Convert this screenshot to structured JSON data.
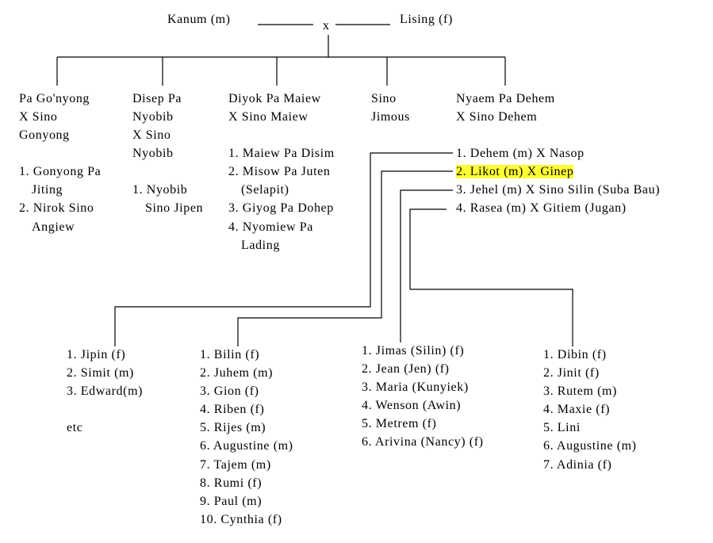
{
  "root": {
    "father": "Kanum (m)",
    "marker": "x",
    "mother": "Lising (f)"
  },
  "children": [
    {
      "name_lines": [
        "Pa Go'nyong",
        "X Sino",
        "Gonyong"
      ],
      "issue": [
        "1. Gonyong Pa",
        "Jiting",
        "2. Nirok Sino",
        "Angiew"
      ]
    },
    {
      "name_lines": [
        "Disep Pa",
        "Nyobib",
        "X Sino",
        "Nyobib"
      ],
      "issue": [
        "1. Nyobib",
        "Sino Jipen"
      ]
    },
    {
      "name_lines": [
        "Diyok Pa Maiew",
        "X Sino Maiew"
      ],
      "issue": [
        "1. Maiew Pa Disim",
        "2. Misow Pa Juten",
        "(Selapit)",
        "3. Giyog Pa Dohep",
        "4. Nyomiew Pa",
        "Lading"
      ]
    },
    {
      "name_lines": [
        "Sino",
        "Jimous"
      ],
      "issue": []
    },
    {
      "name_lines": [
        "Nyaem Pa Dehem",
        "X Sino Dehem"
      ],
      "issue": [
        "1. Dehem (m) X Nasop",
        "2. Likot (m) X Ginep",
        "3. Jehel (m) X Sino Silin (Suba Bau)",
        "4. Rasea (m) X Gitiem (Jugan)"
      ]
    }
  ],
  "highlight_color": "#ffff33",
  "grandchildren": [
    {
      "parent": "1. Dehem (m) X Nasop",
      "items": [
        "1. Jipin (f)",
        "2. Simit (m)",
        "3. Edward(m)"
      ],
      "note": "etc"
    },
    {
      "parent": "2. Likot (m) X Ginep",
      "items": [
        "1. Bilin (f)",
        "2. Juhem (m)",
        "3. Gion (f)",
        "4. Riben (f)",
        "5. Rijes (m)",
        "6. Augustine (m)",
        "7. Tajem (m)",
        "8. Rumi (f)",
        "9. Paul (m)",
        "10. Cynthia (f)"
      ]
    },
    {
      "parent": "3. Jehel (m) X Sino Silin (Suba Bau)",
      "items": [
        "1. Jimas (Silin) (f)",
        "2. Jean (Jen) (f)",
        "3. Maria (Kunyiek)",
        "4. Wenson (Awin)",
        "5. Metrem (f)",
        "6. Arivina (Nancy) (f)"
      ]
    },
    {
      "parent": "4. Rasea (m) X Gitiem (Jugan)",
      "items": [
        "1. Dibin (f)",
        "2. Jinit (f)",
        "3. Rutem (m)",
        "4. Maxie (f)",
        "5. Lini",
        "6. Augustine (m)",
        "7. Adinia (f)"
      ]
    }
  ]
}
